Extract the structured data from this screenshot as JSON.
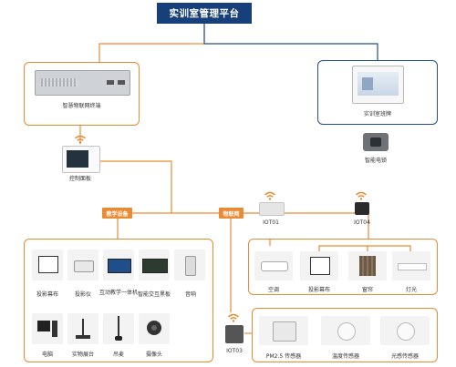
{
  "title": "实训室管理平台",
  "nodes": {
    "gateway": "智慧物联网终端",
    "signage": "实训室班牌",
    "lock": "智能电锁",
    "panel": "控制面板",
    "iot01": "IOT01",
    "iot04": "IOT04",
    "iot03": "IOT03"
  },
  "tags": {
    "teaching": "教学设备",
    "iot_net": "物联网"
  },
  "teaching_devices": [
    "投影幕布",
    "投影仪",
    "互动教学一体机",
    "智能交互黑板",
    "音响",
    "电脑",
    "实物展台",
    "吊麦",
    "摄像头"
  ],
  "iot04_devices": [
    "空调",
    "投影幕布",
    "窗帘",
    "灯光"
  ],
  "sensors": [
    "PM2.5 传感器",
    "温度传感器",
    "光感传感器"
  ],
  "colors": {
    "accent": "#ea8a33",
    "primary": "#173f7a",
    "blue_frame": "#214f92"
  }
}
